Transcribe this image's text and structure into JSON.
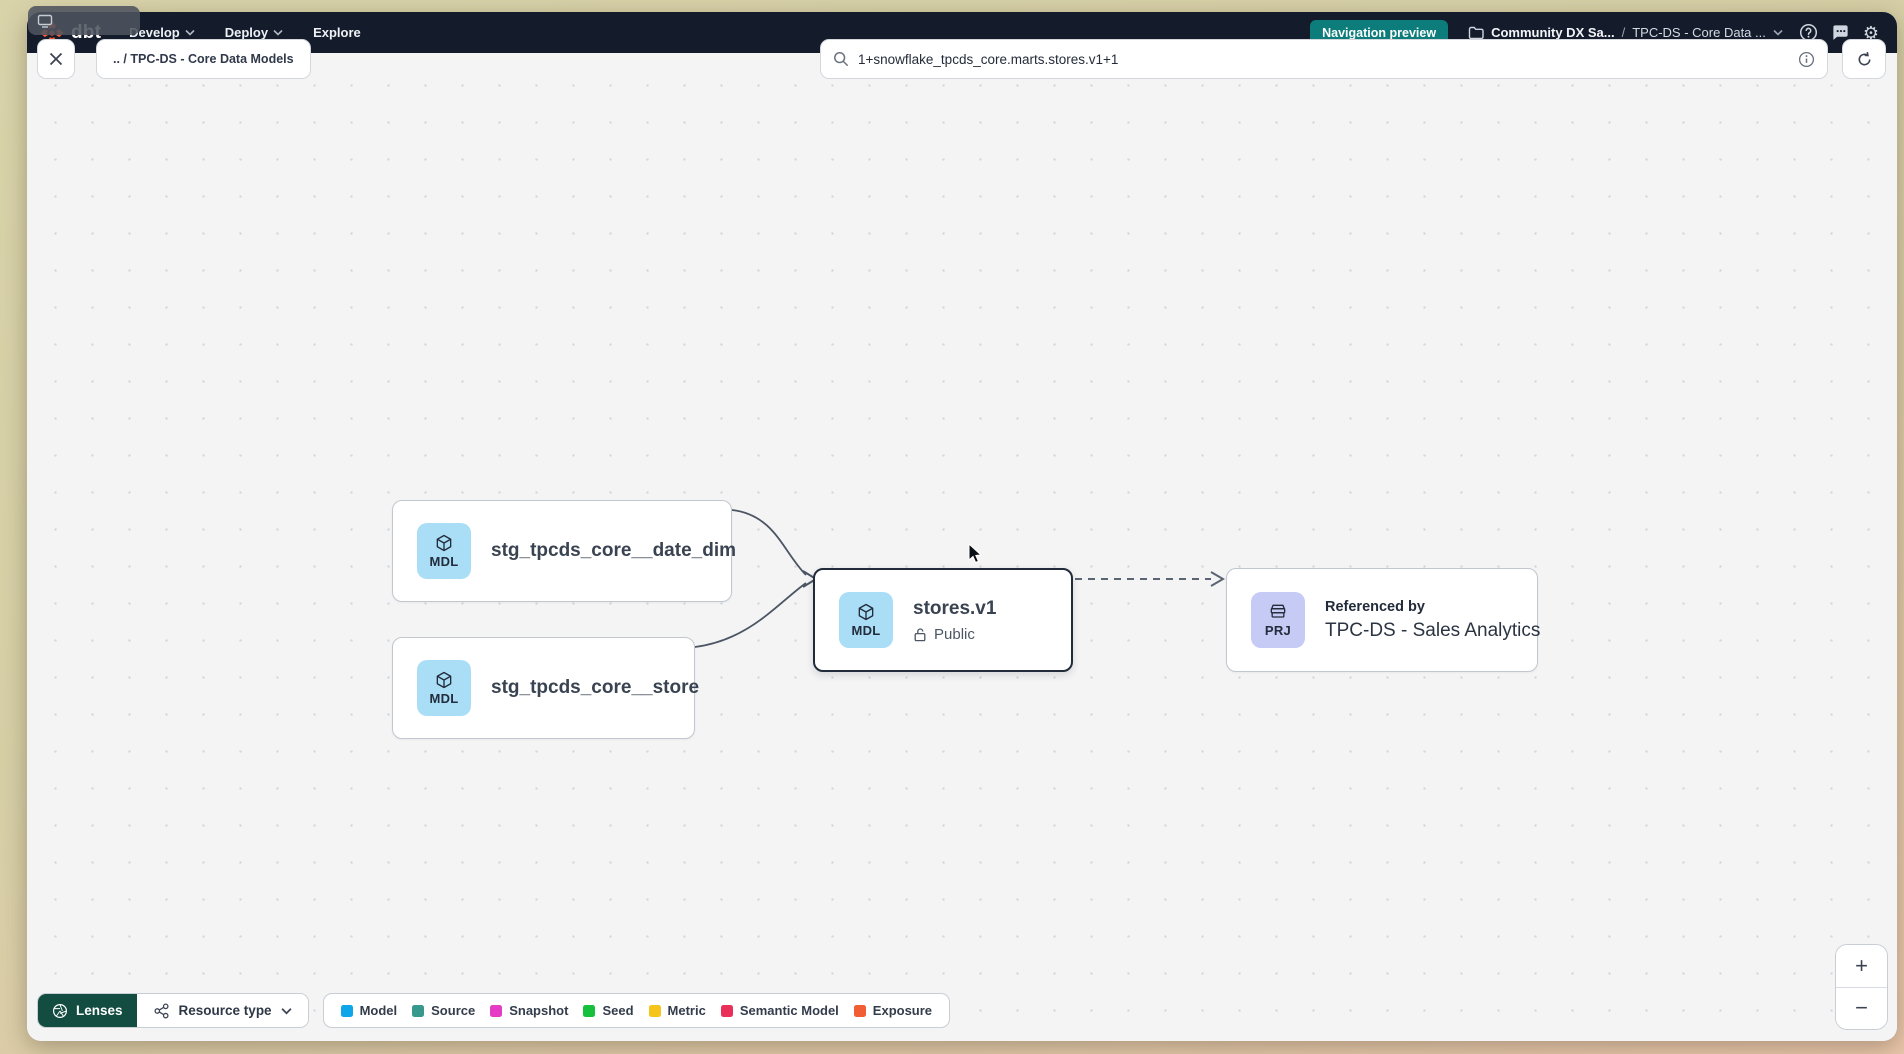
{
  "navbar": {
    "logo_text": "dbt",
    "items": [
      {
        "label": "Develop"
      },
      {
        "label": "Deploy"
      },
      {
        "label": "Explore"
      }
    ],
    "preview_badge": "Navigation preview",
    "account": "Community DX Sa...",
    "separator": "/",
    "project": "TPC-DS - Core Data ..."
  },
  "toolbar": {
    "breadcrumb": ".. / TPC-DS - Core Data Models",
    "search_value": "1+snowflake_tpcds_core.marts.stores.v1+1"
  },
  "graph": {
    "nodes": [
      {
        "badge": "MDL",
        "label": "stg_tpcds_core__date_dim"
      },
      {
        "badge": "MDL",
        "label": "stg_tpcds_core__store"
      },
      {
        "badge": "MDL",
        "label": "stores.v1",
        "access": "Public"
      },
      {
        "badge": "PRJ",
        "title": "Referenced by",
        "label": "TPC-DS - Sales Analytics"
      }
    ]
  },
  "footer": {
    "lenses": "Lenses",
    "resource_type": "Resource type",
    "legend": [
      {
        "label": "Model",
        "color": "#0ea5e9"
      },
      {
        "label": "Source",
        "color": "#37998c"
      },
      {
        "label": "Snapshot",
        "color": "#e53cc5"
      },
      {
        "label": "Seed",
        "color": "#16c03c"
      },
      {
        "label": "Metric",
        "color": "#f5c51c"
      },
      {
        "label": "Semantic Model",
        "color": "#ea3059"
      },
      {
        "label": "Exposure",
        "color": "#f15e33"
      }
    ]
  },
  "zoom": {
    "in": "+",
    "out": "−"
  },
  "colors": {
    "accent_teal": "#0c7d7b",
    "model_badge": "#a9def6",
    "project_badge": "#c5cbf4",
    "lenses_green": "#134c40"
  }
}
